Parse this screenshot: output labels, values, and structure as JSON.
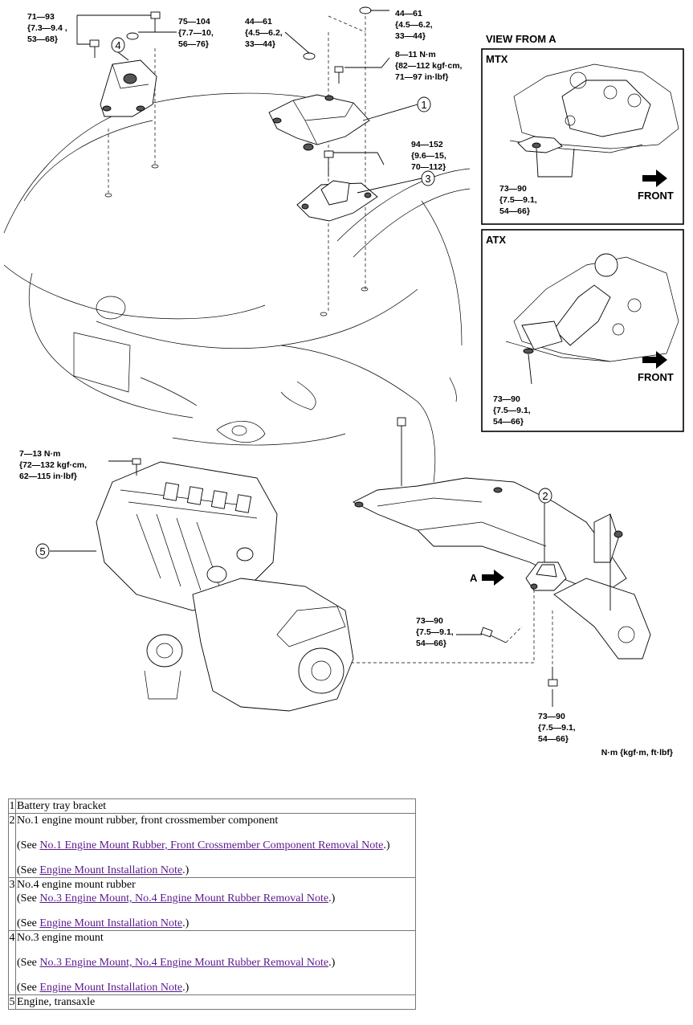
{
  "callouts": {
    "t1": [
      "71—93",
      "{7.3—9.4 ,",
      "53—68}"
    ],
    "t2": [
      "75—104",
      "{7.7—10,",
      "56—76}"
    ],
    "t3": [
      "44—61",
      "{4.5—6.2,",
      "33—44}"
    ],
    "t4": [
      "44—61",
      "{4.5—6.2,",
      "33—44}"
    ],
    "t5": [
      "8—11 N·m",
      "{82—112 kgf·cm,",
      "71—97 in·lbf}"
    ],
    "t6": [
      "94—152",
      "{9.6—15,",
      "70—112}"
    ],
    "t7": [
      "7—13 N·m",
      "{72—132 kgf·cm,",
      "62—115 in·lbf}"
    ],
    "t8": [
      "73—90",
      "{7.5—9.1,",
      "54—66}"
    ],
    "t9": [
      "73—90",
      "{7.5—9.1,",
      "54—66}"
    ],
    "t10": [
      "73—90",
      "{7.5—9.1,",
      "54—66}"
    ],
    "t11": [
      "73—90",
      "{7.5—9.1,",
      "54—66}"
    ]
  },
  "markers": {
    "m1": "1",
    "m2": "2",
    "m3": "3",
    "m4": "4",
    "m5": "5"
  },
  "view_from_a": "VIEW FROM A",
  "mtx_label": "MTX",
  "atx_label": "ATX",
  "front_label": "FRONT",
  "arrow_a_label": "A",
  "units_note": "N·m {kgf·m, ft·lbf}",
  "table": {
    "see": "(See ",
    "close": ".)",
    "rows": [
      {
        "num": "1",
        "desc": "Battery tray bracket"
      },
      {
        "num": "2",
        "desc": "No.1 engine mount rubber, front crossmember component",
        "link1": "No.1 Engine Mount Rubber, Front Crossmember Component Removal Note",
        "link2": "Engine Mount Installation Note"
      },
      {
        "num": "3",
        "desc": "No.4 engine mount rubber",
        "link1": "No.3 Engine Mount, No.4 Engine Mount Rubber Removal Note",
        "link2": "Engine Mount Installation Note"
      },
      {
        "num": "4",
        "desc": "No.3 engine mount",
        "link1": "No.3 Engine Mount, No.4 Engine Mount Rubber Removal Note",
        "link2": "Engine Mount Installation Note"
      },
      {
        "num": "5",
        "desc": "Engine, transaxle"
      }
    ]
  }
}
